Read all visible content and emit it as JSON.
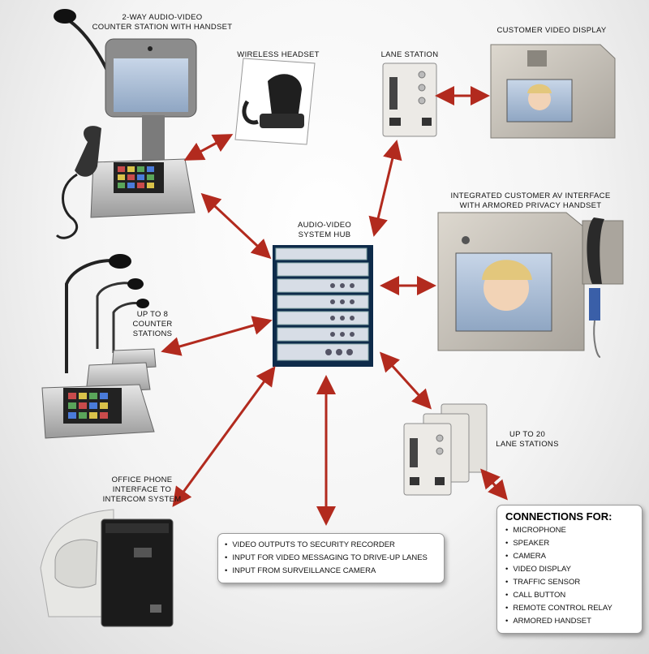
{
  "labels": {
    "counter_station": [
      "2-WAY AUDIO-VIDEO",
      "COUNTER STATION WITH HANDSET"
    ],
    "wireless_headset": "WIRELESS HEADSET",
    "lane_station": "LANE STATION",
    "customer_video_display": "CUSTOMER VIDEO DISPLAY",
    "integrated_interface": [
      "INTEGRATED CUSTOMER AV INTERFACE",
      "WITH ARMORED PRIVACY HANDSET"
    ],
    "system_hub": [
      "AUDIO-VIDEO",
      "SYSTEM HUB"
    ],
    "counter_stations": [
      "UP TO 8",
      "COUNTER",
      "STATIONS"
    ],
    "lane_stations": [
      "UP TO 20",
      "LANE STATIONS"
    ],
    "office_phone": [
      "OFFICE PHONE",
      "INTERFACE TO",
      "INTERCOM SYSTEM"
    ]
  },
  "outputs_box": {
    "items": [
      "VIDEO OUTPUTS TO SECURITY RECORDER",
      "INPUT FOR VIDEO MESSAGING TO DRIVE-UP LANES",
      "INPUT FROM SURVEILLANCE CAMERA"
    ]
  },
  "connections_box": {
    "title": "CONNECTIONS FOR:",
    "items": [
      "MICROPHONE",
      "SPEAKER",
      "CAMERA",
      "VIDEO DISPLAY",
      "TRAFFIC SENSOR",
      "CALL BUTTON",
      "REMOTE CONTROL RELAY",
      "ARMORED HANDSET"
    ]
  },
  "colors": {
    "arrow": "#b22a1e",
    "device_gray": "#8e8e8e",
    "panel": "#e8e8e8",
    "keypad_accent": "#2a2a2a"
  }
}
